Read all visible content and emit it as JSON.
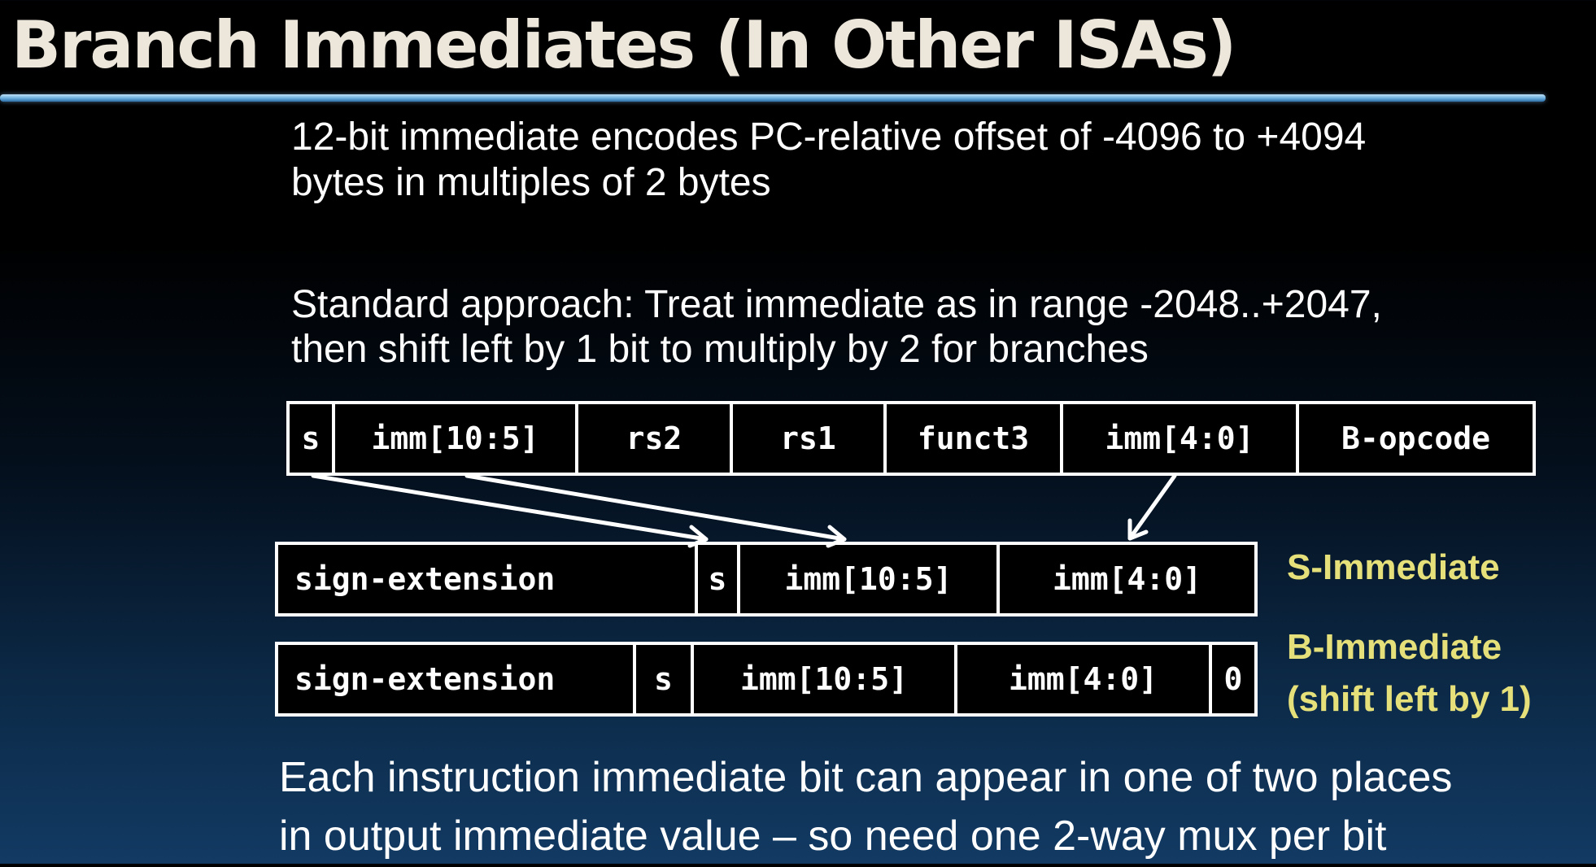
{
  "title": "Branch Immediates (In Other ISAs)",
  "text": {
    "line1": "12-bit immediate encodes PC-relative offset of -4096 to +4094",
    "line2": "bytes in multiples of 2 bytes",
    "line3": "Standard approach: Treat immediate as in range -2048..+2047,",
    "line4": "then shift left by 1 bit to multiply by 2 for branches",
    "line5": "Each instruction immediate bit can appear in one of two places",
    "line6": "in output immediate value – so need one 2-way mux per bit"
  },
  "instruction_format": {
    "fields": [
      "s",
      "imm[10:5]",
      "rs2",
      "rs1",
      "funct3",
      "imm[4:0]",
      "B-opcode"
    ]
  },
  "s_immediate": {
    "fields": [
      "sign-extension",
      "s",
      "imm[10:5]",
      "imm[4:0]"
    ],
    "label": "S-Immediate"
  },
  "b_immediate": {
    "fields": [
      "sign-extension",
      "s",
      "imm[10:5]",
      "imm[4:0]",
      "0"
    ],
    "label_line1": "B-Immediate",
    "label_line2": "(shift left by 1)"
  },
  "colors": {
    "label": "#e6e07a",
    "title": "#ece6db",
    "rule": "#6fb1e0"
  }
}
